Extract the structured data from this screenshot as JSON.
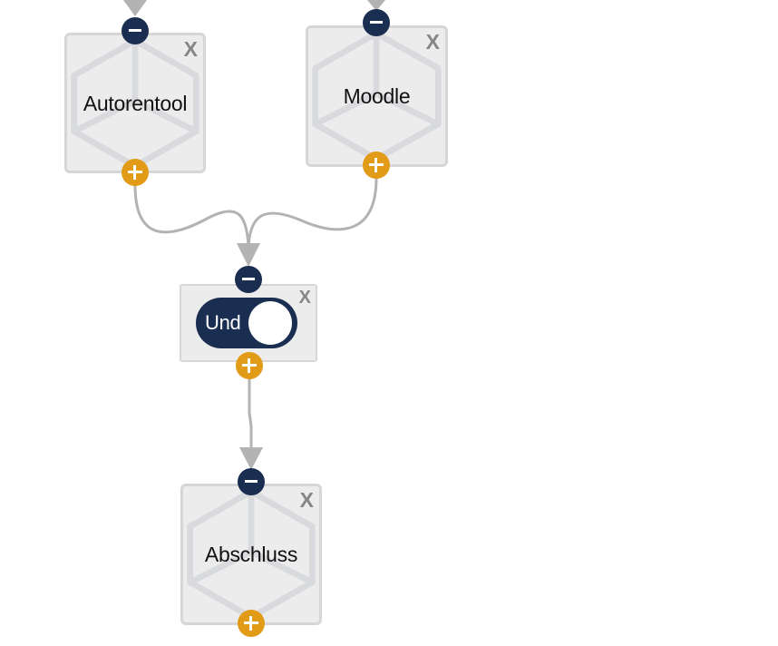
{
  "diagram": {
    "colors": {
      "input_port": "#1a2e51",
      "output_port": "#e29b17",
      "connector": "#b3b3b3",
      "node_background": "#ececec",
      "node_border": "#d6d6d6",
      "close_icon": "#868686",
      "toggle_background": "#1a2e51"
    },
    "nodes": [
      {
        "id": "autorentool",
        "type": "tool",
        "label": "Autorentool",
        "close_label": "X"
      },
      {
        "id": "moodle",
        "type": "tool",
        "label": "Moodle",
        "close_label": "X"
      },
      {
        "id": "und",
        "type": "logic-gate",
        "label": "Und",
        "toggle_state": "on",
        "close_label": "X"
      },
      {
        "id": "abschluss",
        "type": "tool",
        "label": "Abschluss",
        "close_label": "X"
      }
    ],
    "edges": [
      {
        "from": "external-above",
        "to": "autorentool"
      },
      {
        "from": "external-above",
        "to": "moodle"
      },
      {
        "from": "autorentool",
        "to": "und"
      },
      {
        "from": "moodle",
        "to": "und"
      },
      {
        "from": "und",
        "to": "abschluss"
      }
    ]
  }
}
